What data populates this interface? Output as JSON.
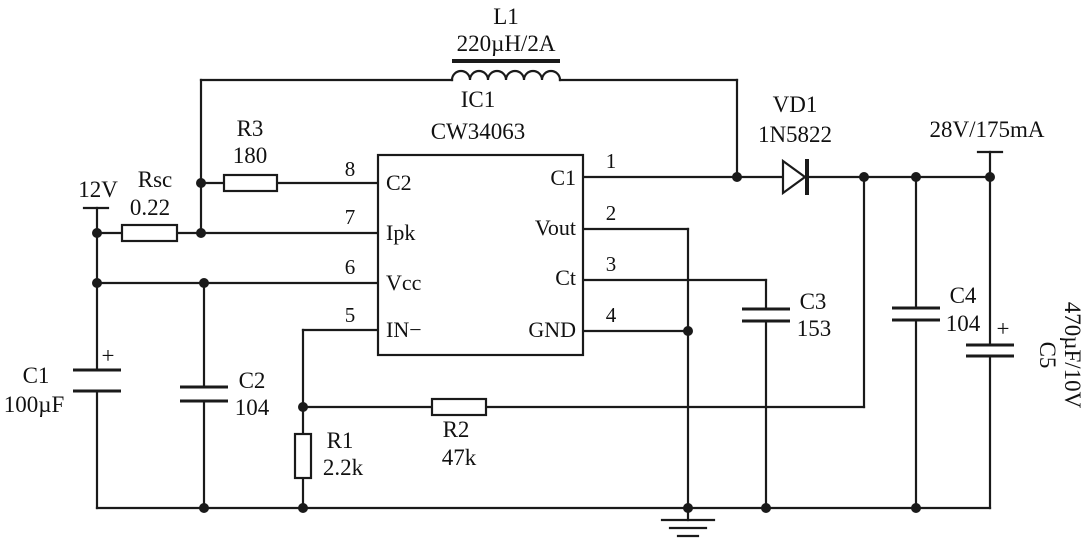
{
  "ic": {
    "ref": "IC1",
    "part": "CW34063",
    "pins": [
      {
        "num": "8",
        "name": "C2"
      },
      {
        "num": "7",
        "name": "Ipk"
      },
      {
        "num": "6",
        "name": "Vcc"
      },
      {
        "num": "5",
        "name": "IN−"
      },
      {
        "num": "1",
        "name": "C1"
      },
      {
        "num": "2",
        "name": "Vout"
      },
      {
        "num": "3",
        "name": "Ct"
      },
      {
        "num": "4",
        "name": "GND"
      }
    ]
  },
  "components": {
    "L1": {
      "ref": "L1",
      "value": "220µH/2A"
    },
    "VD1": {
      "ref": "VD1",
      "value": "1N5822"
    },
    "R3": {
      "ref": "R3",
      "value": "180"
    },
    "Rsc": {
      "ref": "Rsc",
      "value": "0.22"
    },
    "R1": {
      "ref": "R1",
      "value": "2.2k"
    },
    "R2": {
      "ref": "R2",
      "value": "47k"
    },
    "C1": {
      "ref": "C1",
      "value": "100µF"
    },
    "C2": {
      "ref": "C2",
      "value": "104"
    },
    "C3": {
      "ref": "C3",
      "value": "153"
    },
    "C4": {
      "ref": "C4",
      "value": "104"
    },
    "C5": {
      "ref": "C5",
      "value": "470µF/10V"
    }
  },
  "rails": {
    "input": "12V",
    "output": "28V/175mA"
  },
  "polarity": {
    "plus": "+"
  }
}
